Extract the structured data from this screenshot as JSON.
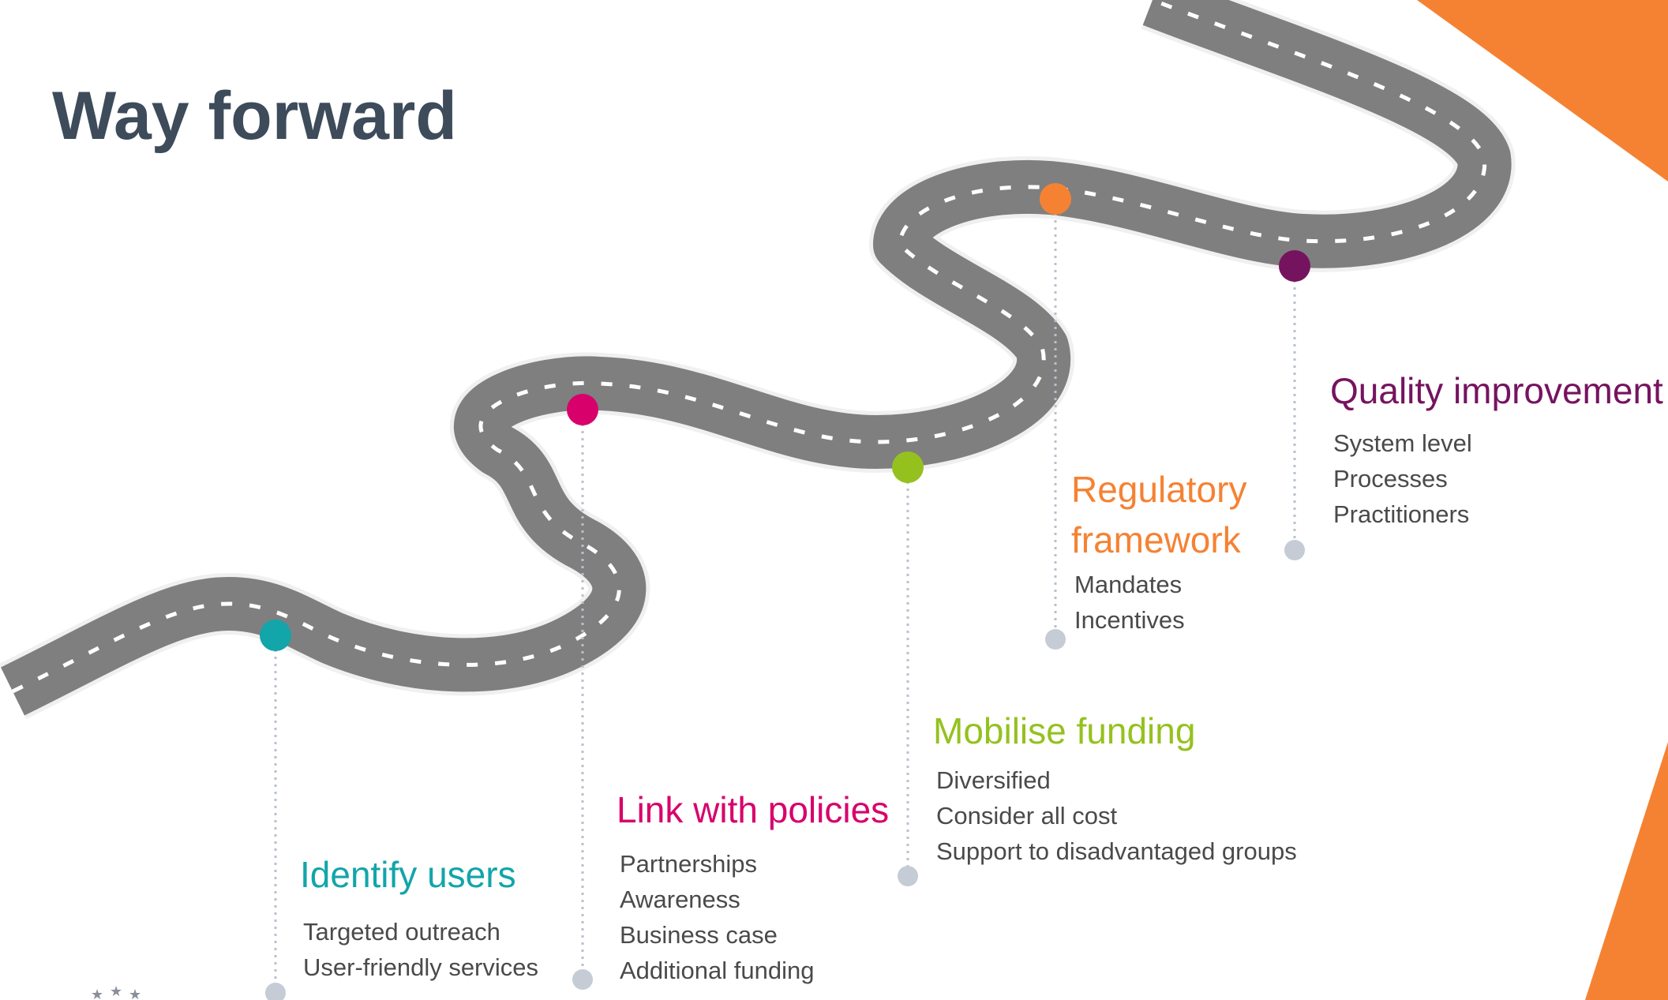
{
  "title": "Way forward",
  "colors": {
    "road": "#7f7f7f",
    "road_edge": "#f0f0f0",
    "center_dash": "#ffffff",
    "accent_triangle": "#f58233",
    "title_text": "#3d4b5a",
    "item_text": "#4a4a4a",
    "anchor": "#c5ccd6"
  },
  "stages": [
    {
      "title": "Identify users",
      "color": "#12a5a9",
      "items": [
        "Targeted outreach",
        "User-friendly services"
      ]
    },
    {
      "title": "Link with policies",
      "color": "#d8006b",
      "items": [
        "Partnerships",
        "Awareness",
        "Business case",
        "Additional funding"
      ]
    },
    {
      "title": "Mobilise funding",
      "color": "#95c11f",
      "items": [
        "Diversified",
        "Consider all cost",
        "Support to disadvantaged groups"
      ]
    },
    {
      "title": "Regulatory framework",
      "title_lines": [
        "Regulatory",
        "framework"
      ],
      "color": "#f58233",
      "items": [
        "Mandates",
        "Incentives"
      ]
    },
    {
      "title": "Quality improvement",
      "color": "#76135f",
      "items": [
        "System level",
        "Processes",
        "Practitioners"
      ]
    }
  ]
}
